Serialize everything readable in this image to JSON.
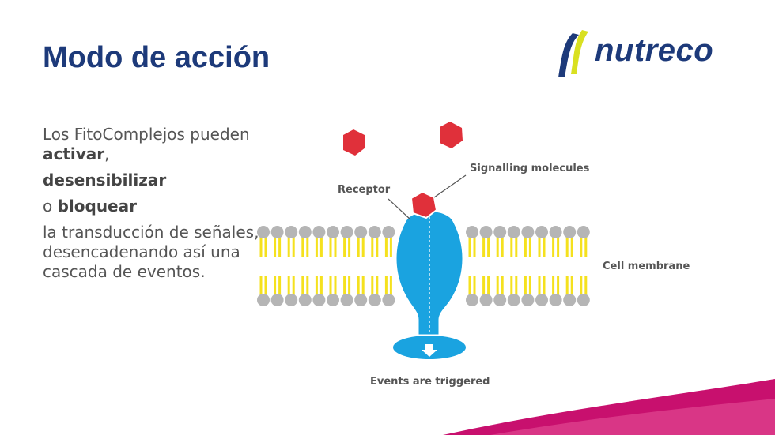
{
  "slide": {
    "title": "Modo de acción",
    "logo_text": "nutreco"
  },
  "body": {
    "line1": "Los FitoComplejos pueden",
    "activar": "activar",
    "comma": ",",
    "desensibilizar": "desensibilizar",
    "o": "o ",
    "bloquear": "bloquear",
    "rest": "la transducción de señales, desencadenando así una cascada de eventos."
  },
  "diagram_labels": {
    "signalling": "Signalling molecules",
    "receptor": "Receptor",
    "membrane": "Cell membrane",
    "events": "Events are triggered"
  },
  "colors": {
    "title": "#1d3a7a",
    "accent_pink": "#c8106e",
    "receptor": "#1aa3e0",
    "molecule": "#e0303a",
    "lipid_head": "#b5b5b5",
    "lipid_tail": "#f5e11e",
    "logo_yellow": "#d9e021"
  }
}
